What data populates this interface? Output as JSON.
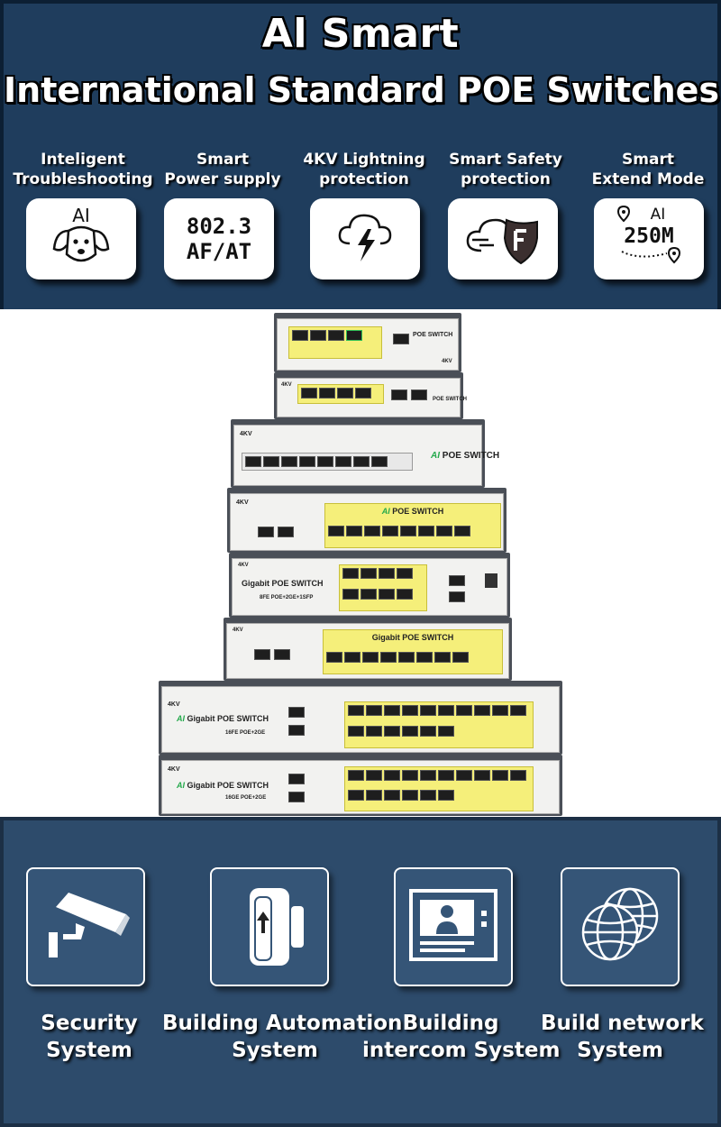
{
  "header": {
    "title_line1": "Al Smart",
    "title_line2": "International Standard POE Switches"
  },
  "features": [
    {
      "line1": "Inteligent",
      "line2": "Troubleshooting",
      "icon_name": "ai-dog-icon",
      "icon_text": "AI"
    },
    {
      "line1": "Smart",
      "line2": "Power supply",
      "icon_name": "poe-standard-icon",
      "icon_text1": "802.3",
      "icon_text2": "AF/AT"
    },
    {
      "line1": "4KV  Lightning",
      "line2": "protection",
      "icon_name": "lightning-cloud-icon"
    },
    {
      "line1": "Smart  Safety",
      "line2": "protection",
      "icon_name": "shield-cloud-icon"
    },
    {
      "line1": "Smart",
      "line2": "Extend Mode",
      "icon_name": "distance-pin-icon",
      "icon_text1": "AI",
      "icon_text2": "250M"
    }
  ],
  "switches": [
    {
      "model": "POE SWITCH",
      "badge": "4KV"
    },
    {
      "model": "POE SWITCH",
      "badge": "4KV"
    },
    {
      "model": "POE SWITCH",
      "badge": "4KV",
      "ai": "AI"
    },
    {
      "model": "POE SWITCH",
      "badge": "4KV",
      "ai": "AI"
    },
    {
      "model": "Gigabit POE SWITCH",
      "badge": "4KV",
      "sub": "8FE POE+2GE+1SFP"
    },
    {
      "model": "Gigabit POE SWITCH",
      "badge": "4KV"
    },
    {
      "model": "Gigabit POE SWITCH",
      "badge": "4KV",
      "ai": "AI",
      "sub": "16FE POE+2GE"
    },
    {
      "model": "Gigabit POE SWITCH",
      "badge": "4KV",
      "ai": "AI",
      "sub": "16GE POE+2GE"
    }
  ],
  "applications": [
    {
      "line1": "Security",
      "line2": "System",
      "icon_name": "cctv-camera-icon"
    },
    {
      "line1": "Building Automation",
      "line2": "System",
      "icon_name": "door-sensor-icon"
    },
    {
      "line1": "Building",
      "line2": "intercom System",
      "icon_name": "video-intercom-icon"
    },
    {
      "line1": "Build network",
      "line2": "System",
      "icon_name": "globe-network-icon"
    }
  ],
  "colors": {
    "banner_bg": "#1f3d5d",
    "bottom_bg": "#2d4b6b",
    "port_highlight": "#f5ef7a",
    "ai_green": "#25a94c"
  }
}
